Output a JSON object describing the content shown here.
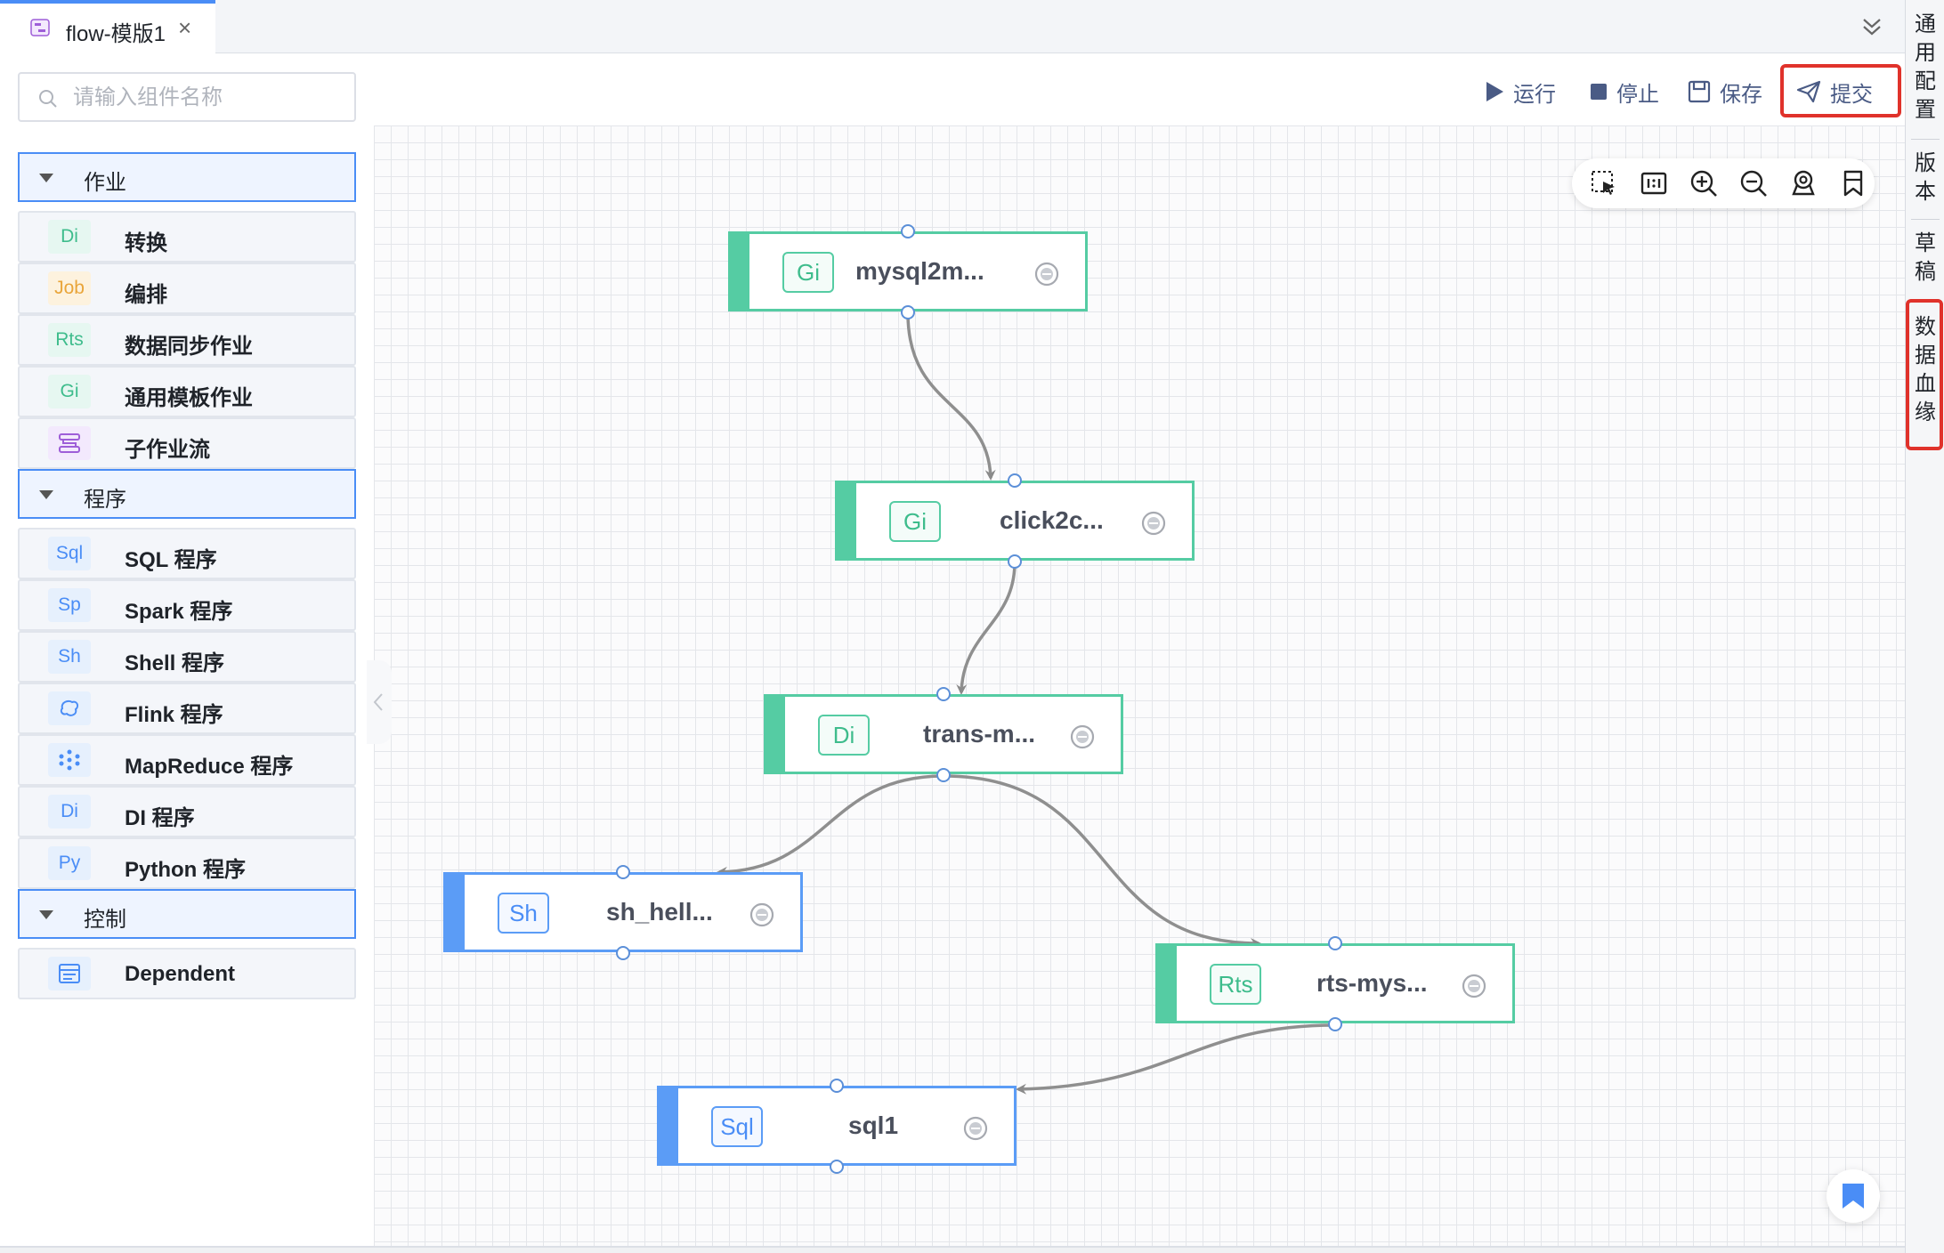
{
  "tabs": [
    {
      "label": "flow-模版1",
      "active": true,
      "close": "×"
    }
  ],
  "right_sidebar": {
    "items": [
      {
        "id": "general",
        "label": "通用配置"
      },
      {
        "id": "version",
        "label": "版本"
      },
      {
        "id": "draft",
        "label": "草稿"
      },
      {
        "id": "lineage",
        "label": "数据血缘",
        "highlighted": true
      }
    ]
  },
  "search": {
    "placeholder": "请输入组件名称",
    "value": ""
  },
  "groups": [
    {
      "label": "作业",
      "expanded": true,
      "items": [
        {
          "badge": "Di",
          "label": "转换"
        },
        {
          "badge": "Job",
          "label": "编排"
        },
        {
          "badge": "Rts",
          "label": "数据同步作业"
        },
        {
          "badge": "Gi",
          "label": "通用模板作业"
        },
        {
          "badge_icon": "subflow-icon",
          "label": "子作业流"
        }
      ]
    },
    {
      "label": "程序",
      "expanded": true,
      "items": [
        {
          "badge": "Sql",
          "label": "SQL 程序"
        },
        {
          "badge": "Sp",
          "label": "Spark 程序"
        },
        {
          "badge": "Sh",
          "label": "Shell 程序"
        },
        {
          "badge_icon": "flink-icon",
          "label": "Flink 程序"
        },
        {
          "badge_icon": "mapreduce-icon",
          "label": "MapReduce 程序"
        },
        {
          "badge": "Di",
          "label": "DI 程序"
        },
        {
          "badge": "Py",
          "label": "Python 程序"
        }
      ]
    },
    {
      "label": "控制",
      "expanded": true,
      "items": [
        {
          "badge_icon": "dependent-icon",
          "label": "Dependent"
        }
      ]
    }
  ],
  "toolbar": {
    "run": "运行",
    "stop": "停止",
    "save": "保存",
    "submit": "提交"
  },
  "canvas_tools": [
    "select-icon",
    "fit-icon",
    "zoom-in-icon",
    "zoom-out-icon",
    "locate-icon",
    "bookmark-icon"
  ],
  "nodes": [
    {
      "id": "n1",
      "badge": "Gi",
      "label": "mysql2m...",
      "color": "green"
    },
    {
      "id": "n2",
      "badge": "Gi",
      "label": "click2c...",
      "color": "green"
    },
    {
      "id": "n3",
      "badge": "Di",
      "label": "trans-m...",
      "color": "green"
    },
    {
      "id": "n4",
      "badge": "Sh",
      "label": "sh_hell...",
      "color": "blue"
    },
    {
      "id": "n5",
      "badge": "Rts",
      "label": "rts-mys...",
      "color": "green"
    },
    {
      "id": "n6",
      "badge": "Sql",
      "label": "sql1",
      "color": "blue"
    }
  ],
  "edges": [
    {
      "from": "n1",
      "to": "n2"
    },
    {
      "from": "n2",
      "to": "n3"
    },
    {
      "from": "n3",
      "to": "n4"
    },
    {
      "from": "n3",
      "to": "n5"
    },
    {
      "from": "n5",
      "to": "n6"
    }
  ],
  "colors": {
    "accent": "#4a8df6",
    "green": "#55cca3",
    "blue": "#5b9cf6",
    "highlight": "#e0322b"
  }
}
